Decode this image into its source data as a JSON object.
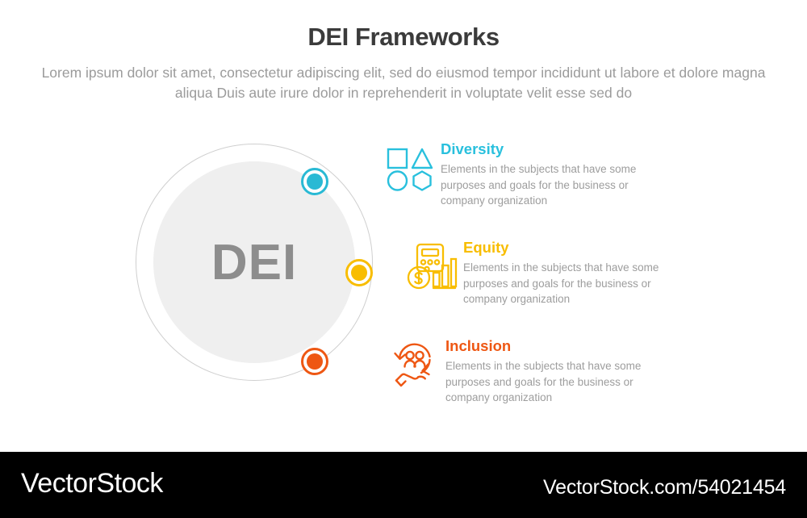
{
  "header": {
    "title": "DEI Frameworks",
    "subtitle": "Lorem ipsum dolor sit amet, consectetur adipiscing elit, sed do eiusmod tempor incididunt ut labore et dolore magna aliqua Duis aute irure dolor in reprehenderit in voluptate velit esse sed do"
  },
  "diagram": {
    "center_label": "DEI",
    "outer_ring_color": "#cfcfcf",
    "inner_disc_color": "#efefef",
    "center_label_color": "#8d8d8d",
    "markers": [
      {
        "name": "diversity-marker",
        "color": "#29b9d4"
      },
      {
        "name": "equity-marker",
        "color": "#f8bd00"
      },
      {
        "name": "inclusion-marker",
        "color": "#ee5713"
      }
    ]
  },
  "items": [
    {
      "heading": "Diversity",
      "description": "Elements in the subjects that have some purposes and goals for the business or company organization",
      "color": "#29c0dd",
      "icon": "shapes-grid-icon"
    },
    {
      "heading": "Equity",
      "description": "Elements in the subjects that have some purposes and goals for the business or company organization",
      "color": "#f8bd00",
      "icon": "calculator-finance-chart-icon"
    },
    {
      "heading": "Inclusion",
      "description": "Elements in the subjects that have some purposes and goals for the business or company organization",
      "color": "#ee5713",
      "icon": "people-hand-cycle-icon"
    }
  ],
  "footer": {
    "brand": "VectorStock",
    "url": "VectorStock.com/54021454",
    "background": "#000000"
  }
}
